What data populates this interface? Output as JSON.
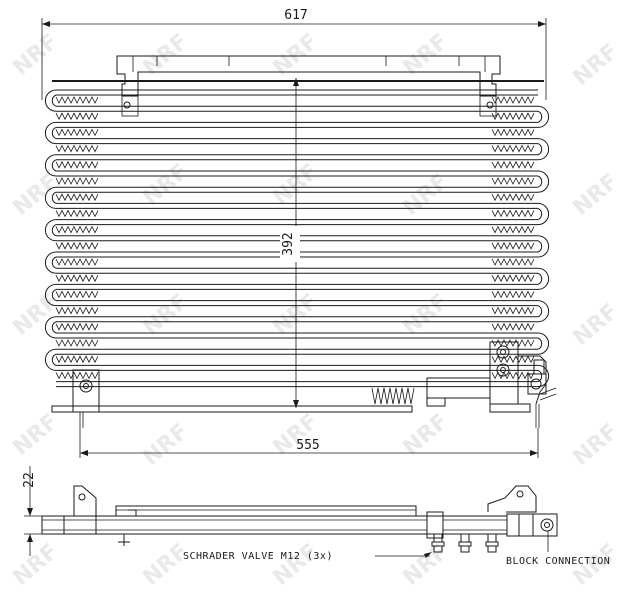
{
  "dimensions": {
    "overall_width": "617",
    "height": "392",
    "core_width": "555",
    "thickness": "22"
  },
  "callouts": {
    "schrader_valve": "SCHRADER VALVE M12 (3x)",
    "block_connection": "BLOCK CONNECTION"
  },
  "watermark": {
    "text": "NRF",
    "color": "#d8d8d8"
  },
  "colors": {
    "line": "#1a1a1a",
    "background": "#ffffff"
  }
}
